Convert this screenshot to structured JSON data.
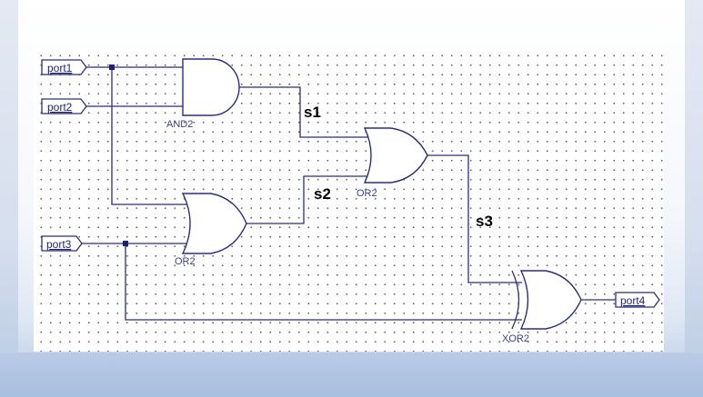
{
  "ports": {
    "port1": "port1",
    "port2": "port2",
    "port3": "port3",
    "port4": "port4"
  },
  "gates": {
    "and_gate": "AND2",
    "or_gate_top": "OR2",
    "or_gate_bottom": "OR2",
    "xor_gate": "XOR2"
  },
  "nets": {
    "s1": "s1",
    "s2": "s2",
    "s3": "s3"
  },
  "colors": {
    "wire": "#2b2e7a",
    "label": "#3a3f94",
    "background_band": "#b3c7e2"
  }
}
